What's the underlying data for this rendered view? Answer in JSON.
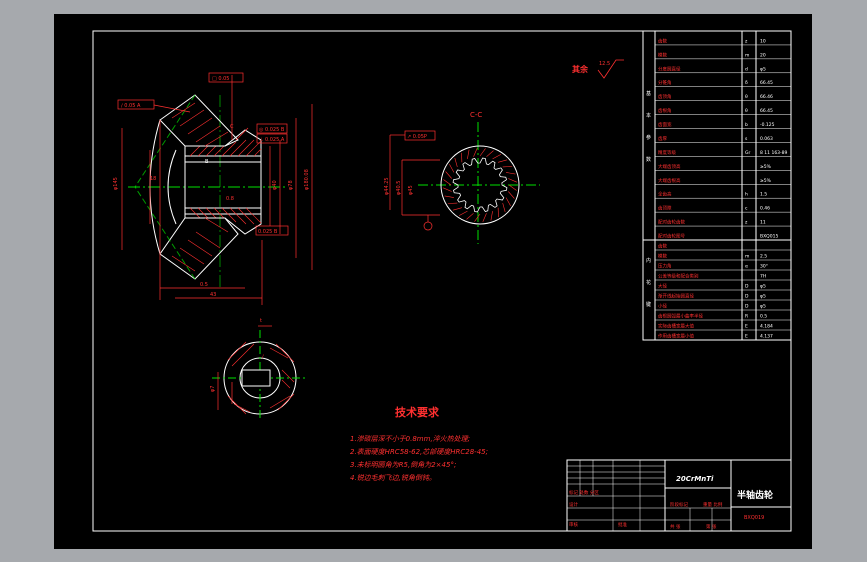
{
  "drawing": {
    "section_label": "C-C",
    "roughness_note": "其余",
    "roughness_value": "12.5",
    "tech_title": "技术要求",
    "tech_notes": [
      "1.渗碳层深不小于0.8mm,淬火热处理;",
      "2.表面硬度HRC58-62,芯部硬度HRC28-45;",
      "3.未标明圆角为R5,倒角为2×45°;",
      "4.锐边毛刺飞边,锐角倒钝。"
    ]
  },
  "title_block": {
    "material": "20CrMnTi",
    "part_name": "半轴齿轮",
    "drawing_no": "BXQ019"
  },
  "param_table": {
    "side_labels": [
      "基",
      "本",
      "参",
      "数"
    ],
    "rows": [
      {
        "name": "齿数",
        "sym": "z",
        "val": "10"
      },
      {
        "name": "模数",
        "sym": "m",
        "val": "20"
      },
      {
        "name": "分度圆直径",
        "sym": "d",
        "val": "φ5"
      },
      {
        "name": "分锥角",
        "sym": "δ",
        "val": "66.45"
      },
      {
        "name": "齿顶角",
        "sym": "θ",
        "val": "66.46"
      },
      {
        "name": "齿根角",
        "sym": "θ",
        "val": "66.45"
      },
      {
        "name": "齿面宽",
        "sym": "b",
        "val": "-0.125"
      },
      {
        "name": "齿厚",
        "sym": "s",
        "val": "0.063"
      },
      {
        "name": "精度等级",
        "sym": "Gr",
        "val": "8 11 163-89"
      },
      {
        "name": "大端齿顶高",
        "sym": "",
        "val": "≥5%"
      },
      {
        "name": "大端齿根高",
        "sym": "",
        "val": "≥5%"
      },
      {
        "name": "全齿高",
        "sym": "h",
        "val": "1.5"
      },
      {
        "name": "齿顶隙",
        "sym": "c",
        "val": "0.46"
      },
      {
        "name": "配对齿轮齿数",
        "sym": "z",
        "val": "11"
      },
      {
        "name": "配对齿轮图号",
        "sym": "",
        "val": "BXQ015"
      }
    ],
    "lower_rows": [
      {
        "name": "齿数",
        "sym": "",
        "val": ""
      },
      {
        "name": "模数",
        "sym": "m",
        "val": "2.5"
      },
      {
        "name": "压力角",
        "sym": "α",
        "val": "30°"
      },
      {
        "name": "公差等级和配合类别",
        "sym": "",
        "val": "7H"
      },
      {
        "name": "大径",
        "sym": "D",
        "val": "φ5"
      },
      {
        "name": "渐开线起始圆直径",
        "sym": "D",
        "val": "φ5"
      },
      {
        "name": "小径",
        "sym": "D",
        "val": "φ5"
      },
      {
        "name": "齿根圆弧最小曲率半径",
        "sym": "R",
        "val": "0.5"
      },
      {
        "name": "实际齿槽宽最大值",
        "sym": "E",
        "val": "4.184"
      },
      {
        "name": "作用齿槽宽最小值",
        "sym": "E",
        "val": "4.137"
      }
    ],
    "lower_side": [
      "内",
      "花",
      "键"
    ]
  }
}
